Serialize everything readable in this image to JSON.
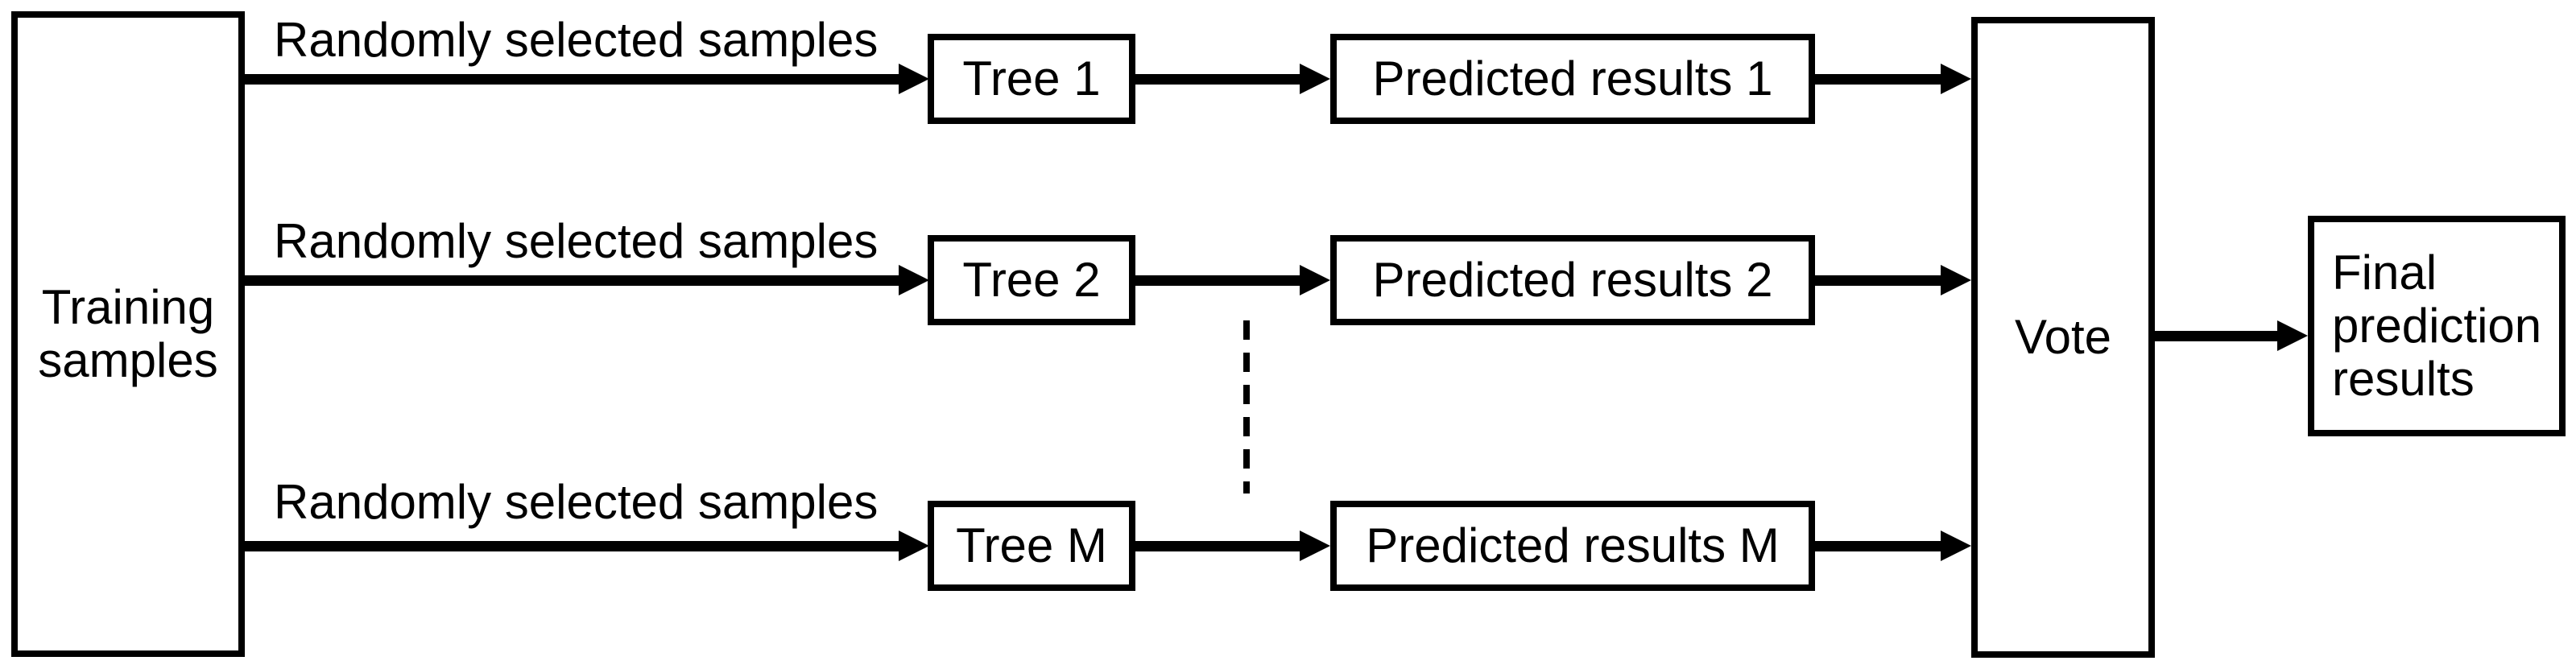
{
  "diagram": {
    "background_color": "#ffffff",
    "line_color": "#000000",
    "training_box": {
      "lines": [
        "Training",
        "samples"
      ]
    },
    "rows": [
      {
        "label": "Randomly selected samples",
        "tree": "Tree 1",
        "predicted": "Predicted results 1"
      },
      {
        "label": "Randomly selected samples",
        "tree": "Tree 2",
        "predicted": "Predicted results 2"
      },
      {
        "label": "Randomly selected samples",
        "tree": "Tree M",
        "predicted": "Predicted results M"
      }
    ],
    "vote_box": {
      "label": "Vote"
    },
    "final_box": {
      "lines": [
        "Final",
        "prediction",
        "results"
      ]
    }
  }
}
